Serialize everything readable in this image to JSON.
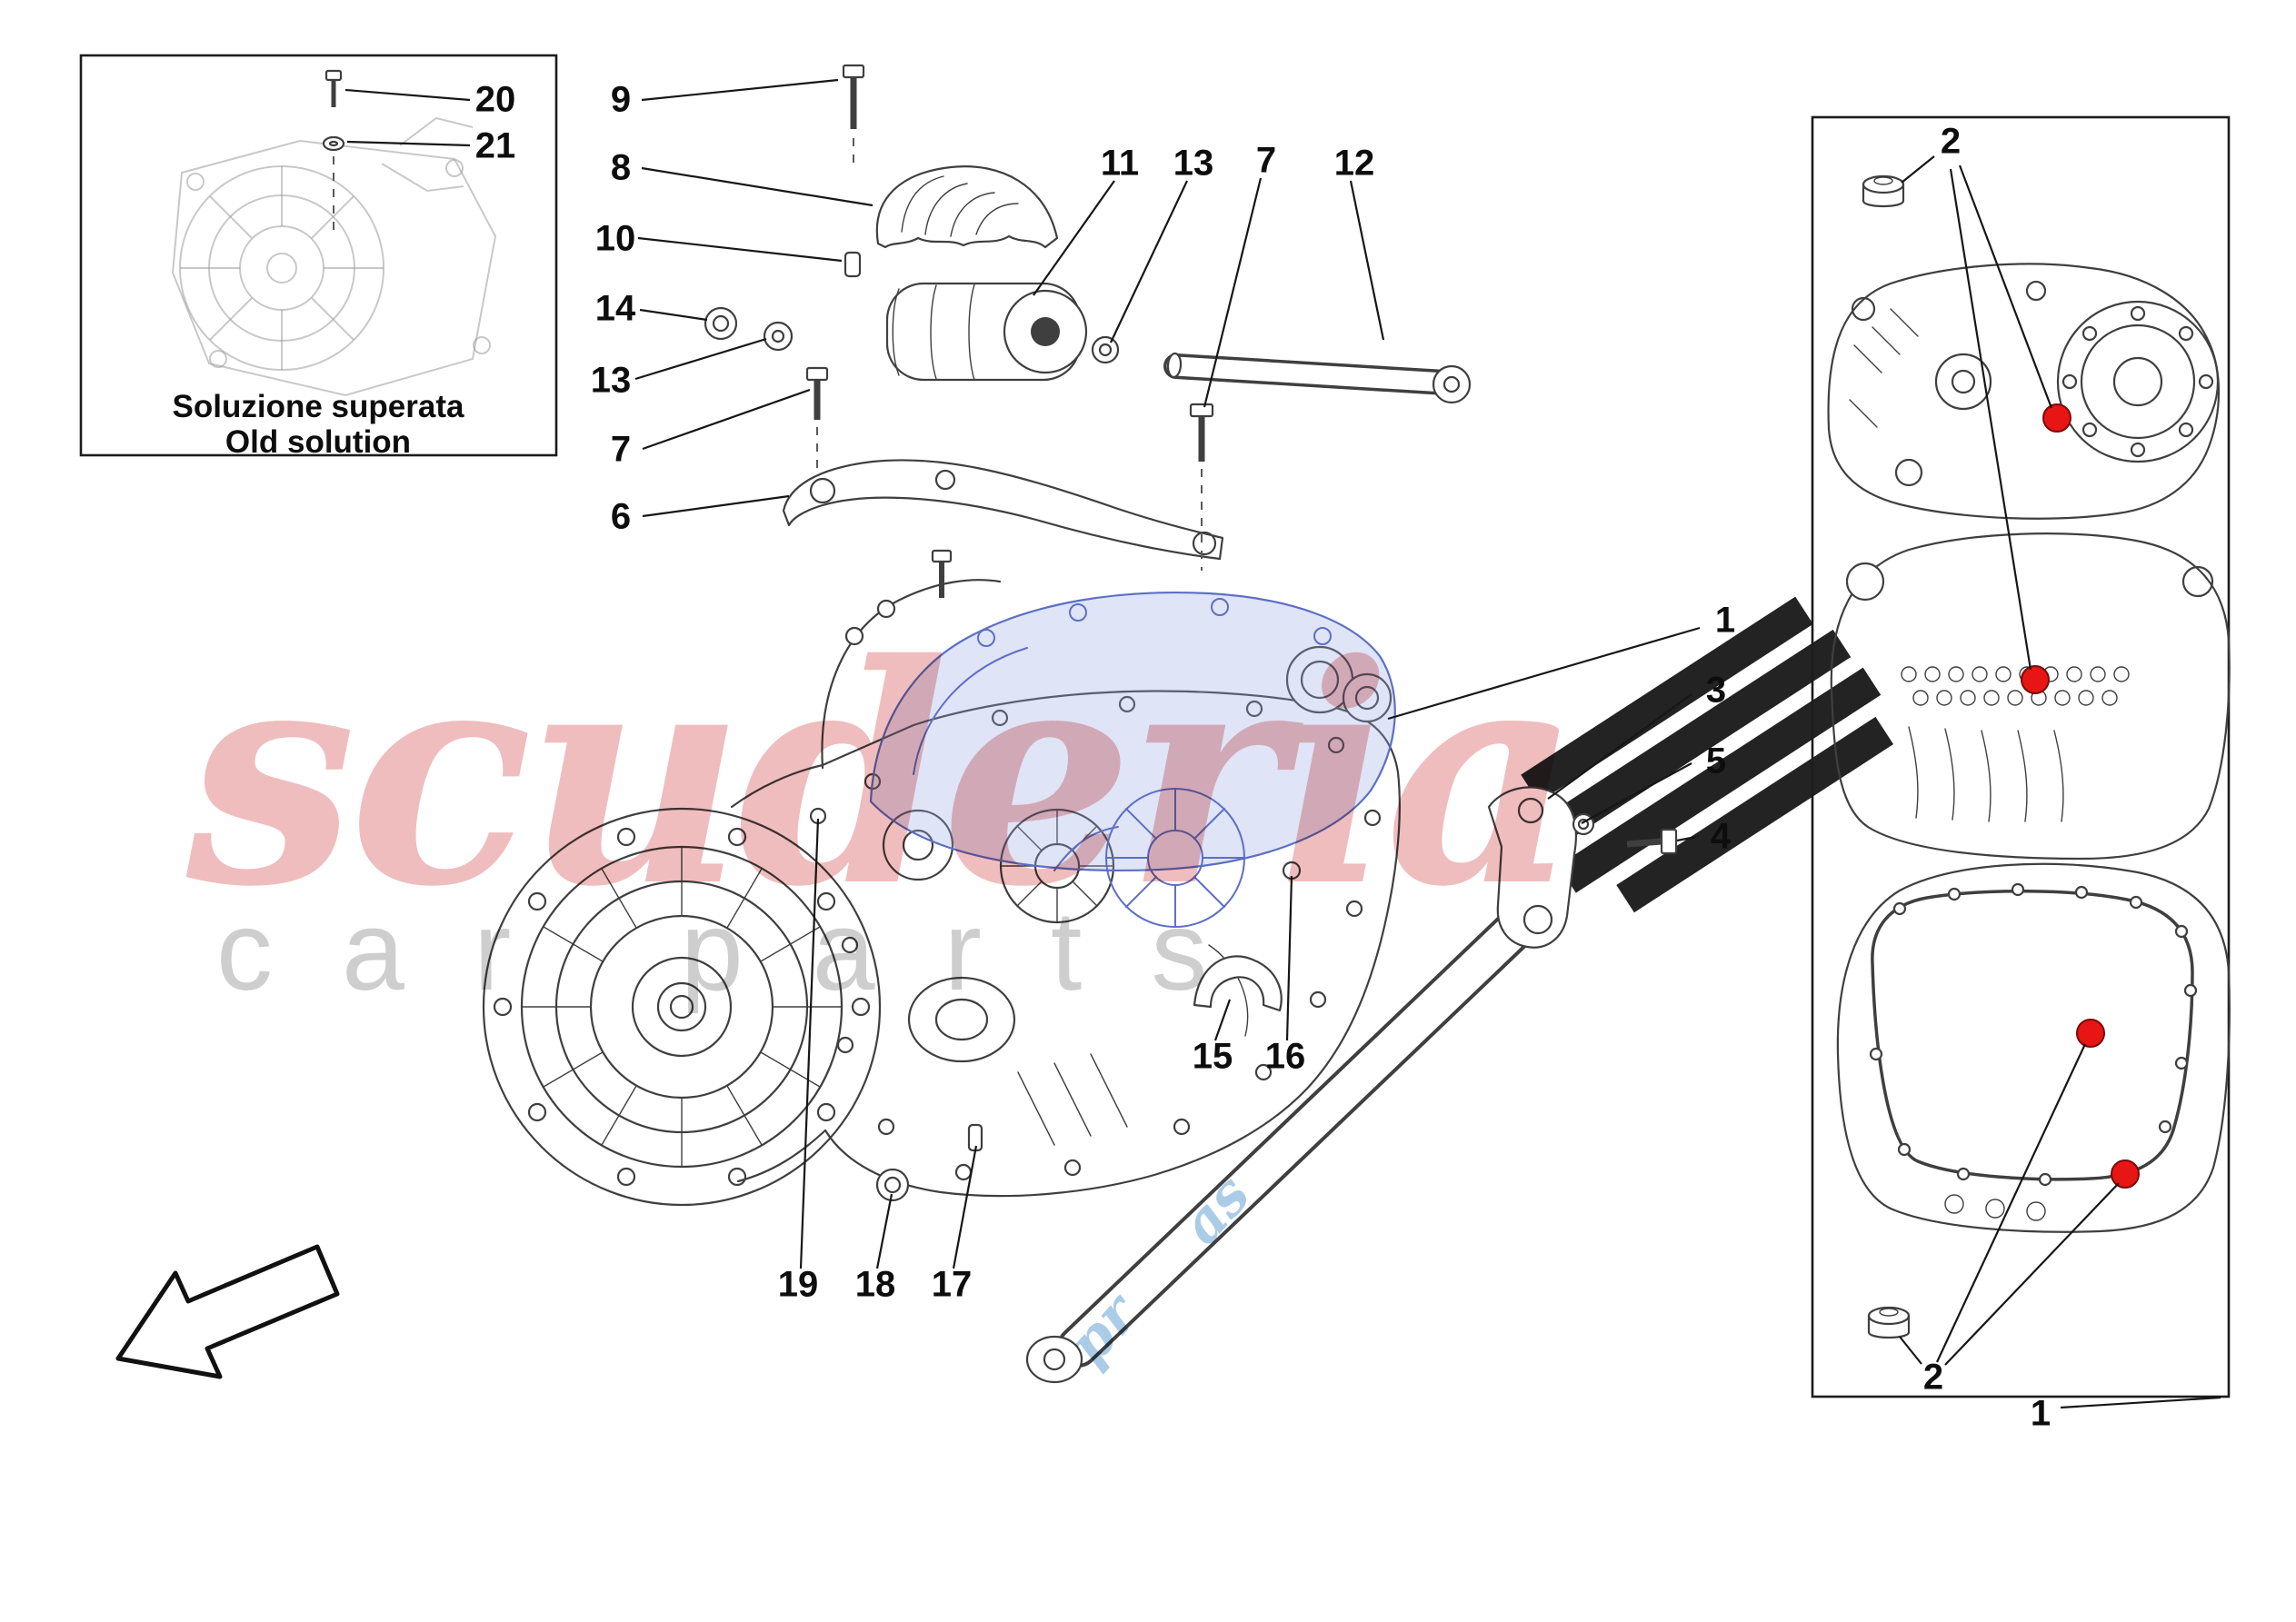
{
  "diagram": {
    "inset": {
      "caption_it": "Soluzione superata",
      "caption_en": "Old solution",
      "callouts": [
        {
          "label": "20"
        },
        {
          "label": "21"
        }
      ]
    },
    "main": {
      "callouts": [
        {
          "label": "9"
        },
        {
          "label": "8"
        },
        {
          "label": "10"
        },
        {
          "label": "14"
        },
        {
          "label": "13"
        },
        {
          "label": "7"
        },
        {
          "label": "6"
        },
        {
          "label": "11"
        },
        {
          "label": "13"
        },
        {
          "label": "7"
        },
        {
          "label": "12"
        },
        {
          "label": "1"
        },
        {
          "label": "3"
        },
        {
          "label": "5"
        },
        {
          "label": "4"
        },
        {
          "label": "15"
        },
        {
          "label": "16"
        },
        {
          "label": "19"
        },
        {
          "label": "18"
        },
        {
          "label": "17"
        }
      ]
    },
    "right_panel": {
      "callouts": [
        {
          "label": "2"
        },
        {
          "label": "2"
        },
        {
          "label": "1"
        }
      ]
    }
  },
  "watermark": {
    "title": "scuderia",
    "subtitle": "car parts",
    "fragments": [
      "as",
      "pr"
    ]
  },
  "colors": {
    "line": "#3f3f3f",
    "marker_red": "#e81515",
    "highlight_stroke": "#5d6fc4",
    "highlight_fill": "rgba(148,165,226,0.30)",
    "watermark_red": "#cf3b3b",
    "watermark_gray": "#9e9e9e",
    "watermark_blue": "#8fbbdf"
  }
}
